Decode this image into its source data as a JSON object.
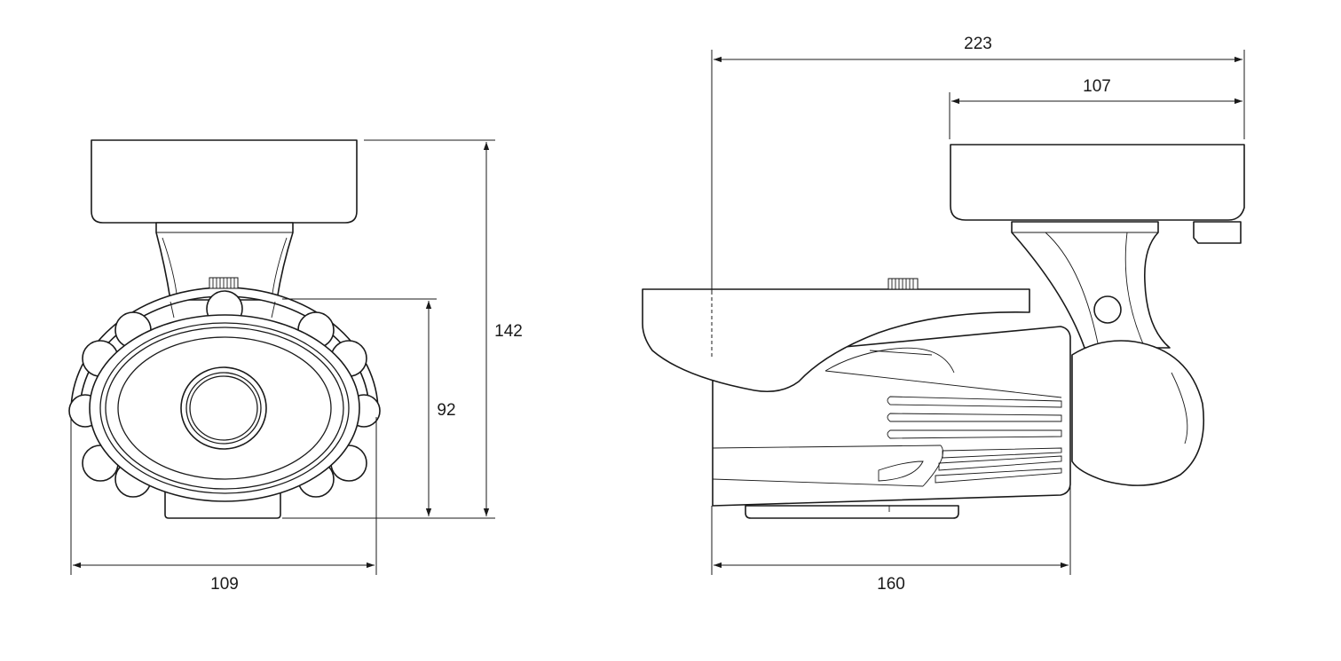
{
  "dimensions": {
    "front_width": "109",
    "front_height_total": "142",
    "front_height_housing": "92",
    "side_total_length": "223",
    "side_mount_length": "107",
    "side_body_length": "160"
  }
}
